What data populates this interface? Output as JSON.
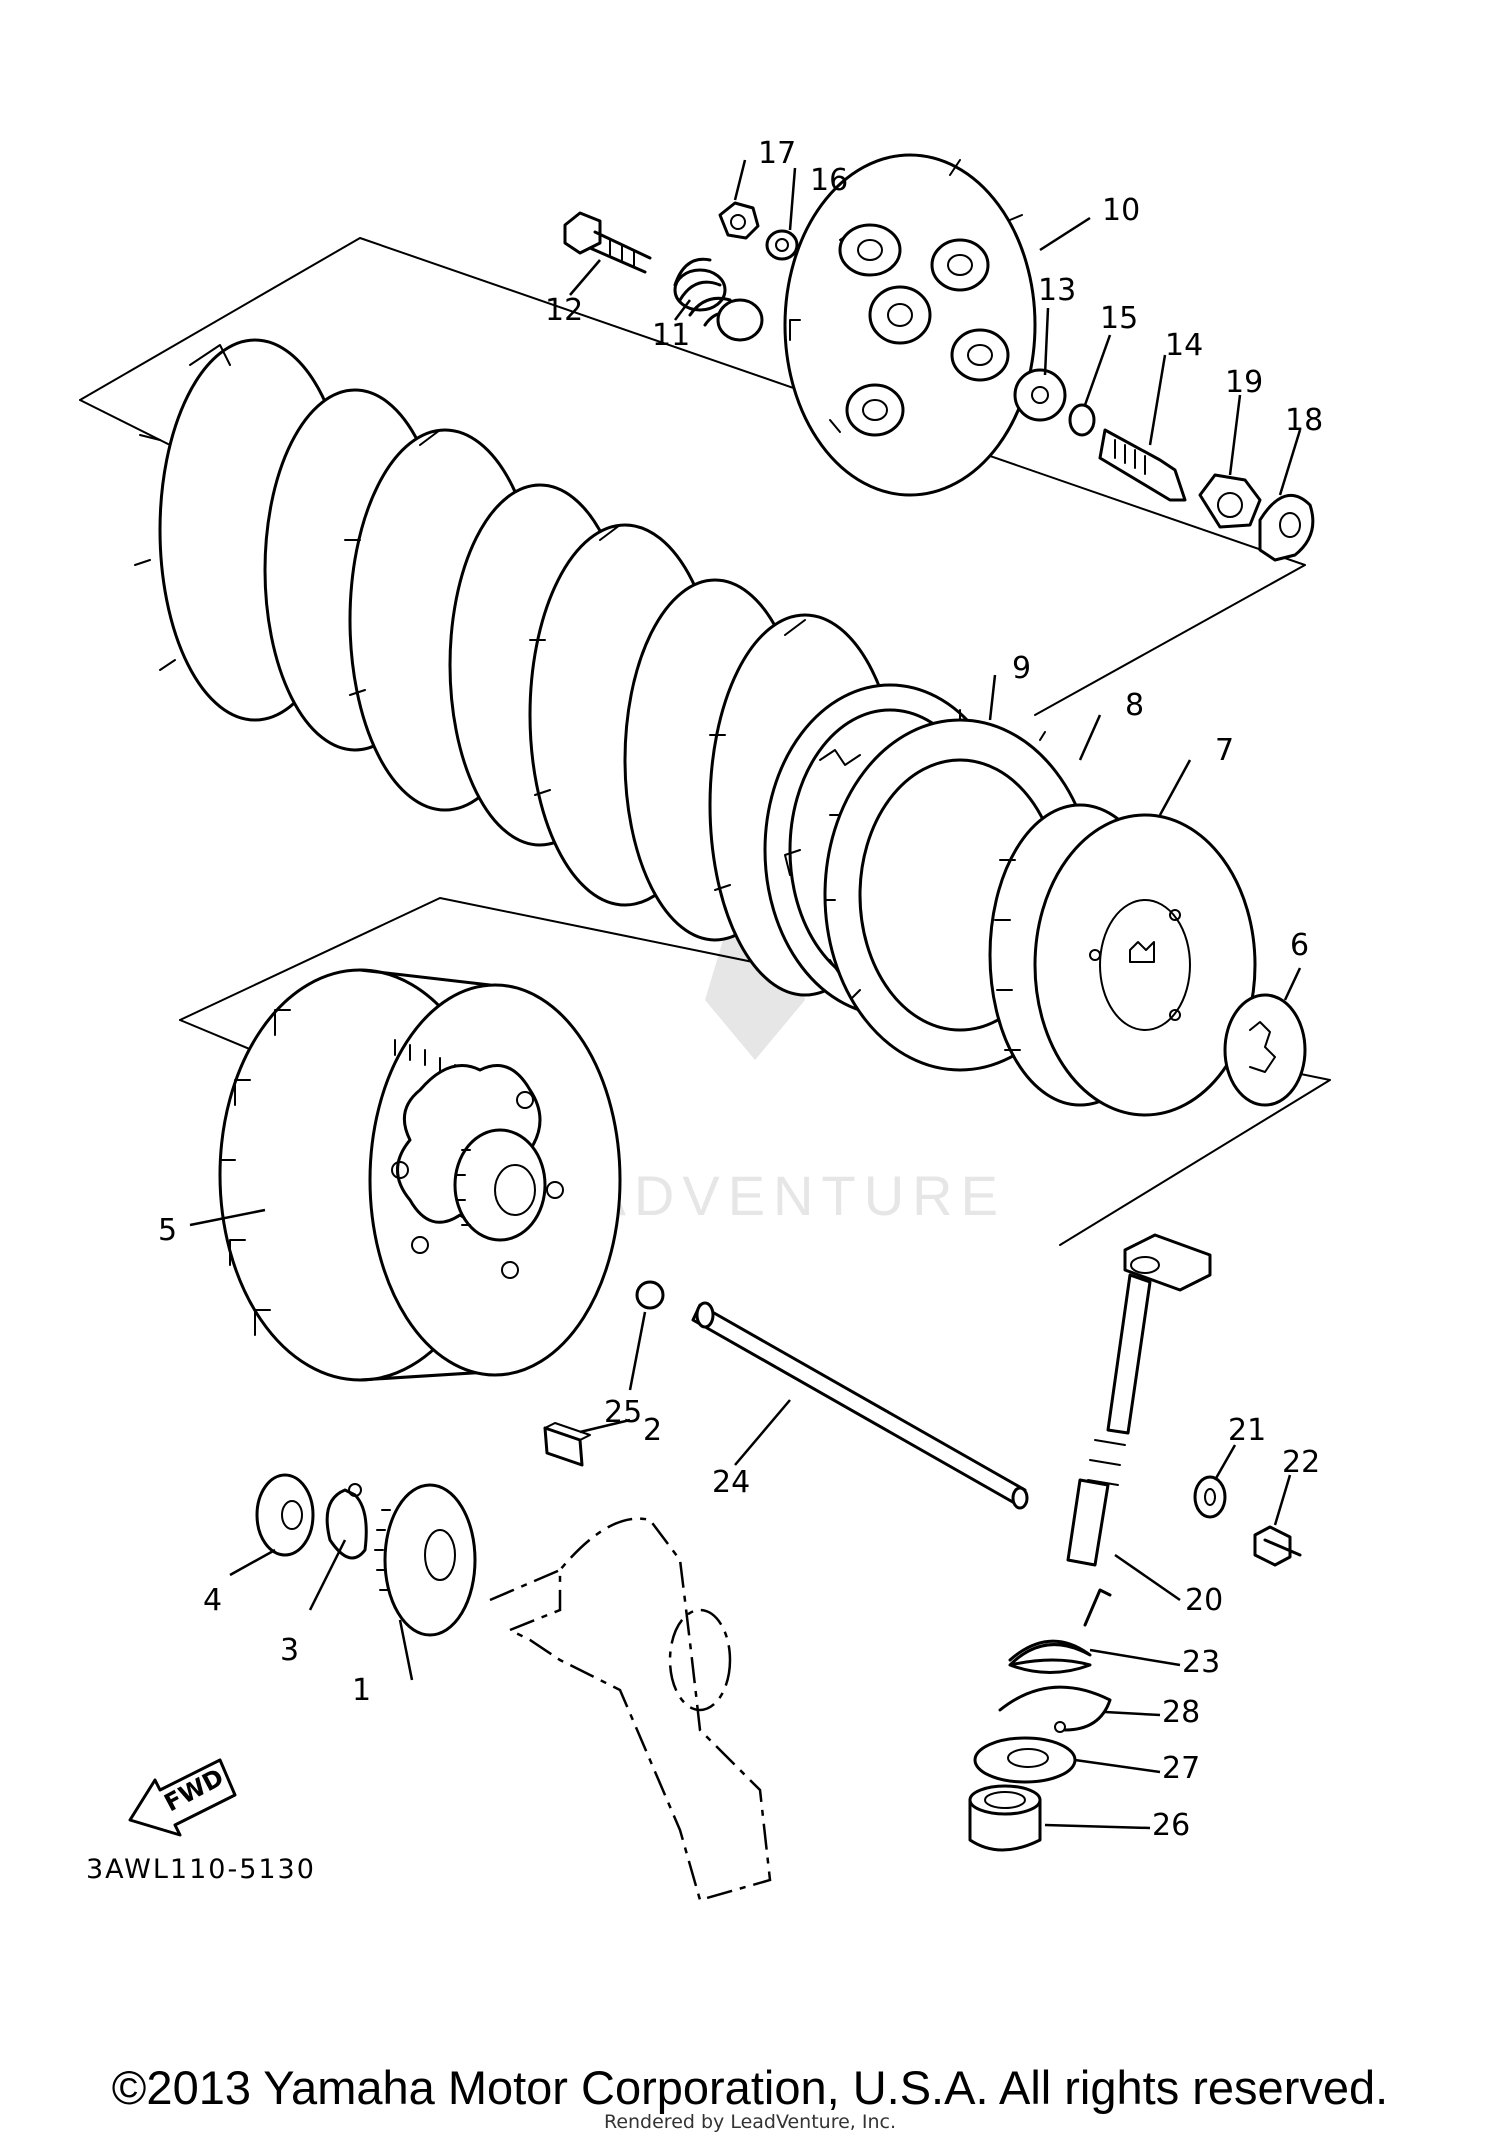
{
  "diagram": {
    "code": "3AWL110-5130",
    "fwd": "FWD",
    "watermark": "LEADVENTURE",
    "callouts": [
      "1",
      "2",
      "3",
      "4",
      "5",
      "6",
      "7",
      "8",
      "9",
      "10",
      "11",
      "12",
      "13",
      "14",
      "15",
      "16",
      "17",
      "18",
      "19",
      "20",
      "21",
      "22",
      "23",
      "24",
      "25",
      "26",
      "27",
      "28"
    ]
  },
  "footer": {
    "copyright": "©2013 Yamaha Motor Corporation, U.S.A. All rights reserved.",
    "rendered_by": "Rendered by LeadVenture, Inc."
  }
}
